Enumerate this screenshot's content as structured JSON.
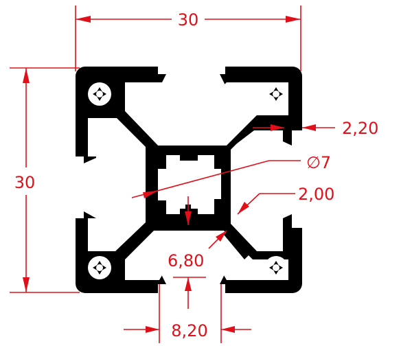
{
  "drawing": {
    "type": "aluminum extrusion profile cross-section",
    "colors": {
      "profile": "#000000",
      "dimension": "#e0101a",
      "background": "#ffffff"
    },
    "dimensions": {
      "width": "30",
      "height": "30",
      "slot_wall": "2,20",
      "center_bore_diameter_symbol": "∅",
      "center_bore_diameter": "7",
      "web_thickness": "2,00",
      "slot_depth": "6,80",
      "slot_opening": "8,20"
    }
  }
}
